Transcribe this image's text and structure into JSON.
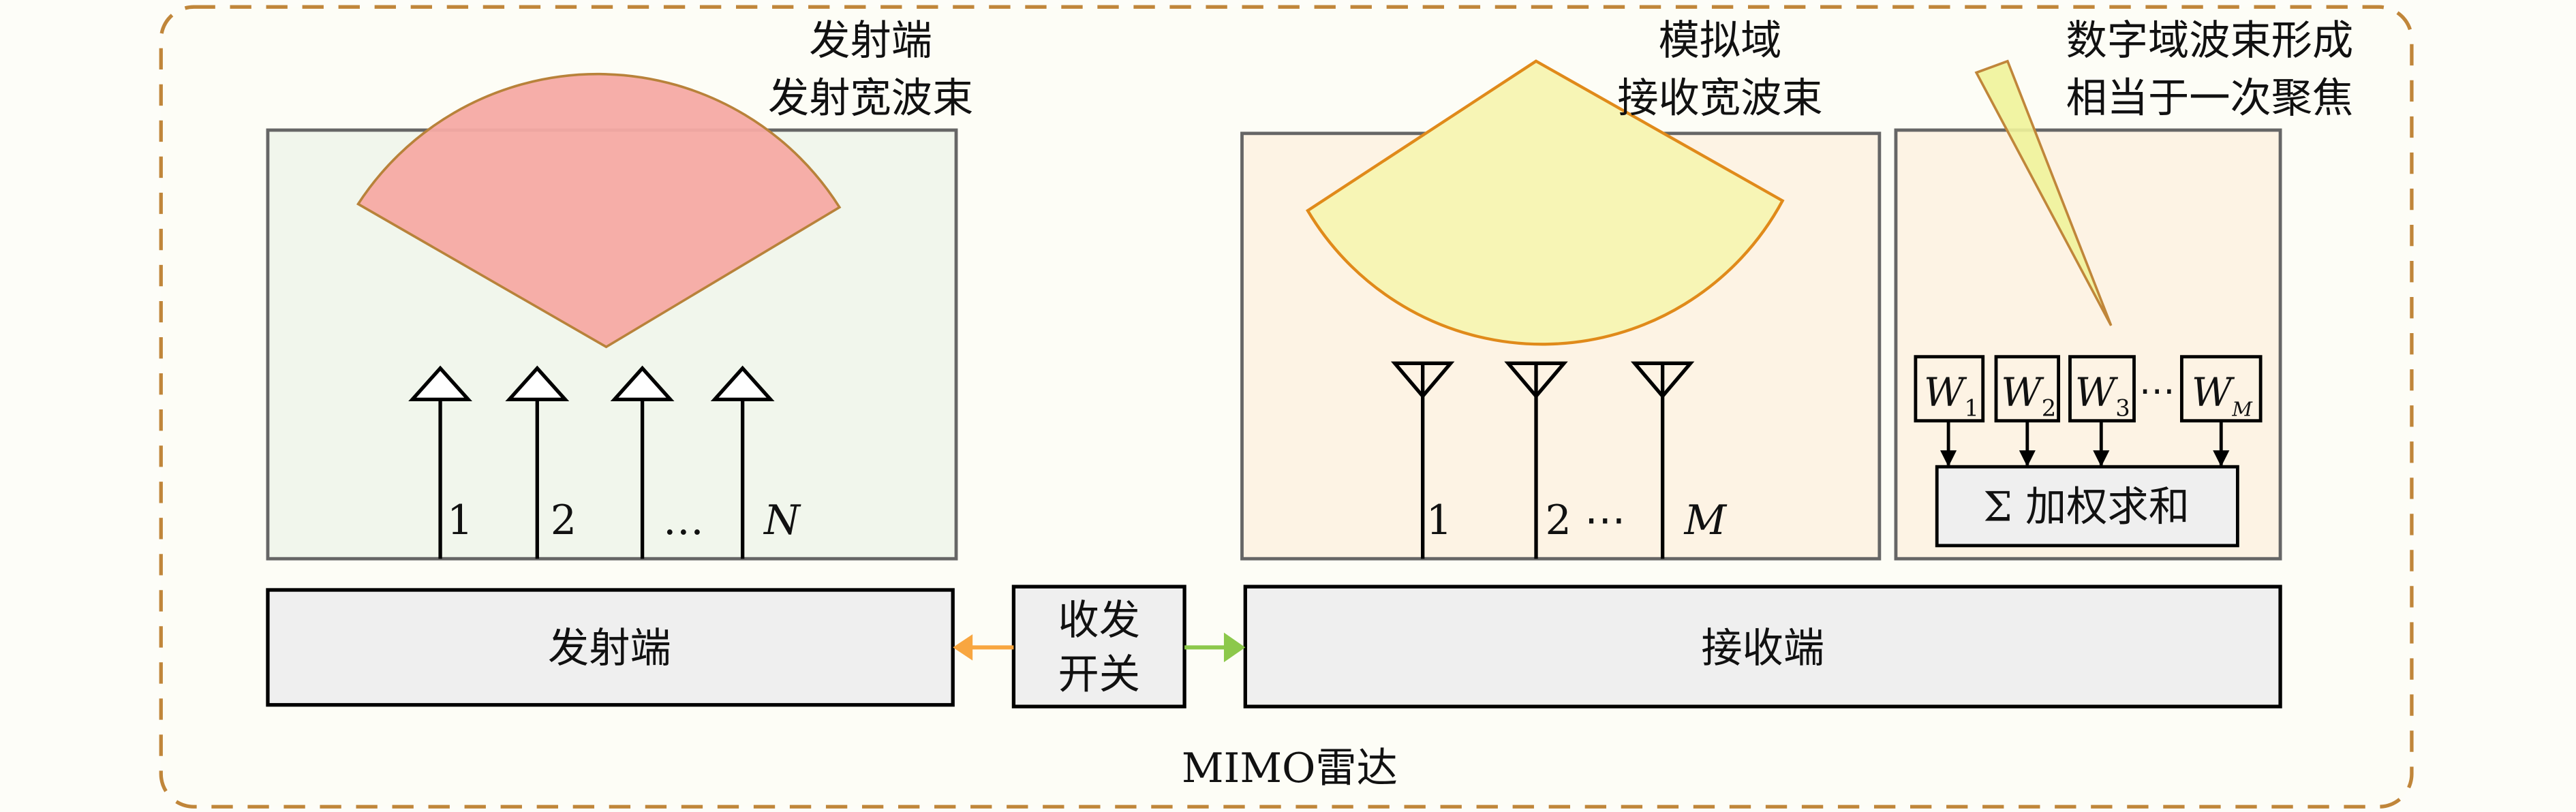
{
  "title": "MIMO雷达",
  "transmit_panel": {
    "caption_line1": "发射端",
    "caption_line2": "发射宽波束",
    "antenna_labels": [
      "1",
      "2",
      "…",
      "N"
    ]
  },
  "receive_panel": {
    "caption_line1": "模拟域",
    "caption_line2": "接收宽波束",
    "antenna_labels": [
      "1",
      "2 ⋯",
      "M"
    ]
  },
  "digital_panel": {
    "caption_line1": "数字域波束形成",
    "caption_line2": "相当于一次聚焦",
    "weights": [
      {
        "base": "W",
        "sub": "1"
      },
      {
        "base": "W",
        "sub": "2"
      },
      {
        "base": "W",
        "sub": "3"
      },
      {
        "base": "W",
        "sub": "M"
      }
    ],
    "weights_ellipsis": "⋯",
    "sum_label": "Σ 加权求和"
  },
  "blocks": {
    "transmitter": "发射端",
    "switch_line1": "收发",
    "switch_line2": "开关",
    "receiver": "接收端"
  },
  "colors": {
    "border_dashed": "#c0863a",
    "tx_beam": "#f5aaa4",
    "rx_beam": "#f7f5b5",
    "tx_panel": "#f1f6ec",
    "rx_panel": "#fdf3e4",
    "arrow_tx": "#f8a640",
    "arrow_rx": "#8cc84b"
  }
}
